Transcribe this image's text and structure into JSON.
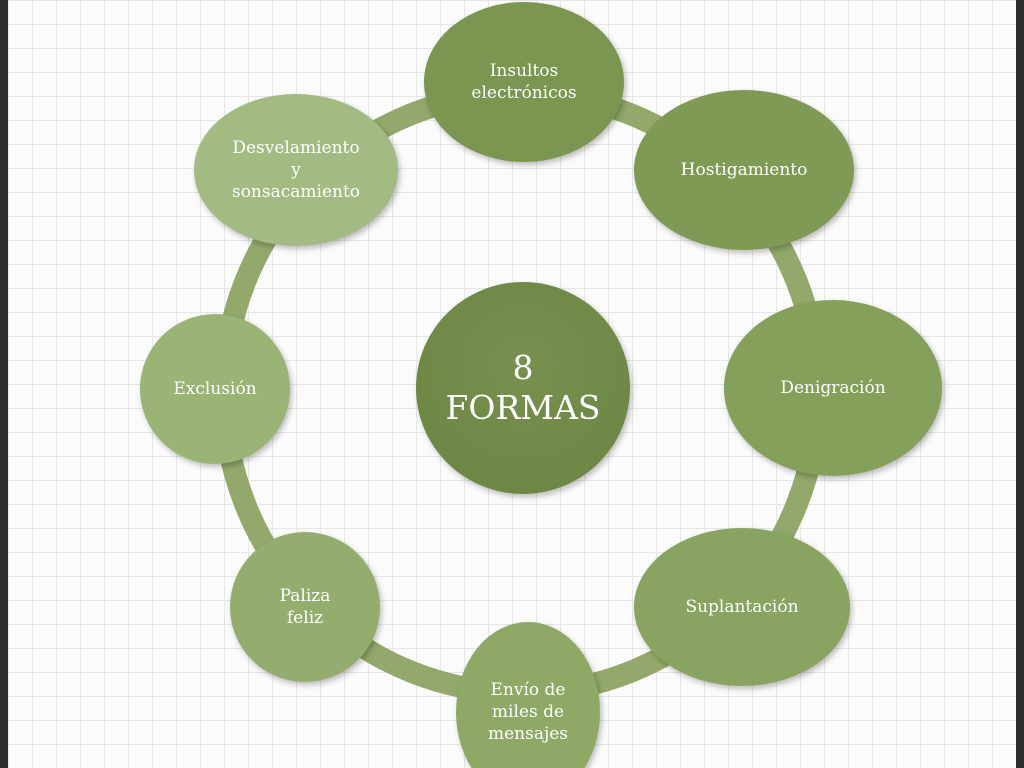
{
  "diagram": {
    "center": {
      "label": "8\nFORMAS",
      "color": "#77904d"
    },
    "ring_color": "#93a86a",
    "nodes": [
      {
        "label": "Insultos\nelectrónicos",
        "color": "#7b9650"
      },
      {
        "label": "Hostigamiento",
        "color": "#7f9a55"
      },
      {
        "label": "Denigración",
        "color": "#84a05b"
      },
      {
        "label": "Suplantación",
        "color": "#89a460"
      },
      {
        "label": "Envío de\nmiles de\nmensajes",
        "color": "#8ea866"
      },
      {
        "label": "Paliza\nfeliz",
        "color": "#94ad6e"
      },
      {
        "label": "Exclusión",
        "color": "#9ab476"
      },
      {
        "label": "Desvelamiento\ny\nsonsacamiento",
        "color": "#a3bb83"
      }
    ]
  }
}
